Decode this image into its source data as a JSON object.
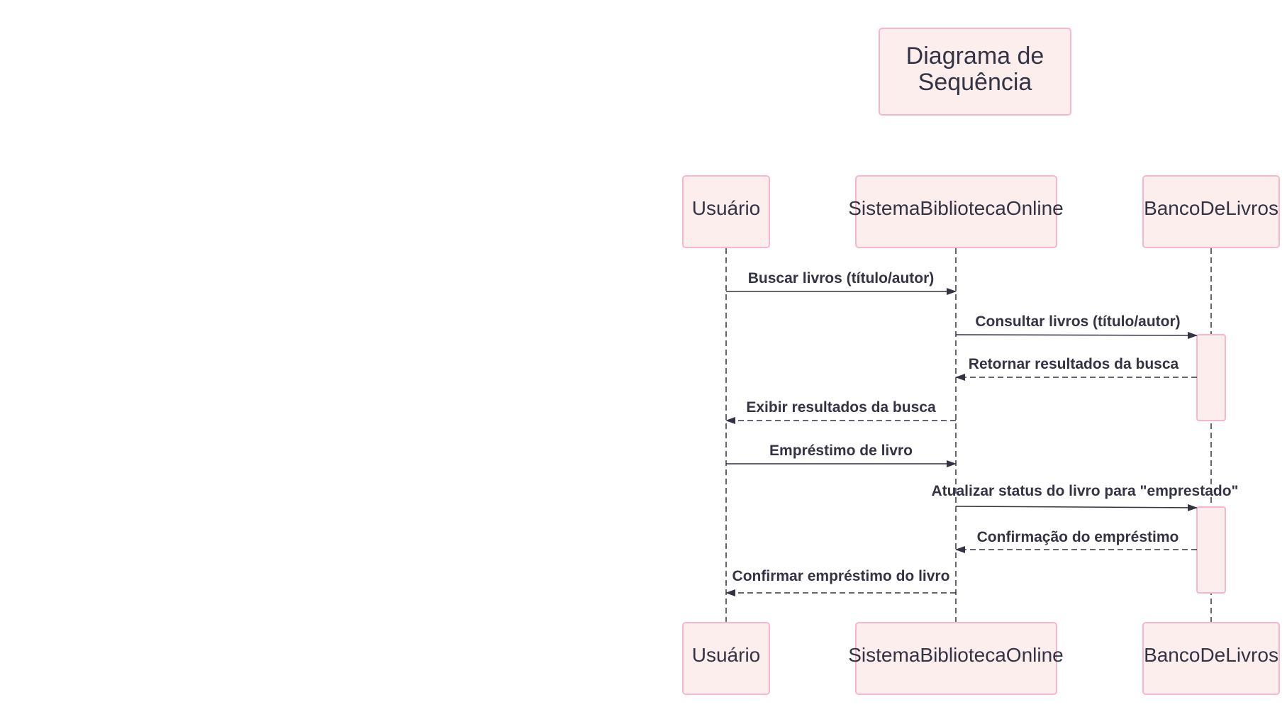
{
  "title": {
    "line1": "Diagrama de",
    "line2": "Sequência"
  },
  "participants": [
    {
      "id": "usuario",
      "label": "Usuário"
    },
    {
      "id": "sistema",
      "label": "SistemaBibliotecaOnline"
    },
    {
      "id": "banco",
      "label": "BancoDeLivros"
    }
  ],
  "messages": [
    {
      "from": "usuario",
      "to": "sistema",
      "label": "Buscar livros (título/autor)",
      "style": "solid"
    },
    {
      "from": "sistema",
      "to": "banco",
      "label": "Consultar livros (título/autor)",
      "style": "solid"
    },
    {
      "from": "banco",
      "to": "sistema",
      "label": "Retornar resultados da busca",
      "style": "dashed"
    },
    {
      "from": "sistema",
      "to": "usuario",
      "label": "Exibir resultados da busca",
      "style": "dashed"
    },
    {
      "from": "usuario",
      "to": "sistema",
      "label": "Empréstimo de livro",
      "style": "solid"
    },
    {
      "from": "sistema",
      "to": "banco",
      "label": "Atualizar status do livro para \"emprestado\"",
      "style": "solid"
    },
    {
      "from": "banco",
      "to": "sistema",
      "label": "Confirmação do empréstimo",
      "style": "dashed"
    },
    {
      "from": "sistema",
      "to": "usuario",
      "label": "Confirmar empréstimo do livro",
      "style": "dashed"
    }
  ],
  "colors": {
    "box_fill": "#fdeeee",
    "box_stroke": "#f7b6cf",
    "line": "#333344",
    "text": "#333344"
  }
}
